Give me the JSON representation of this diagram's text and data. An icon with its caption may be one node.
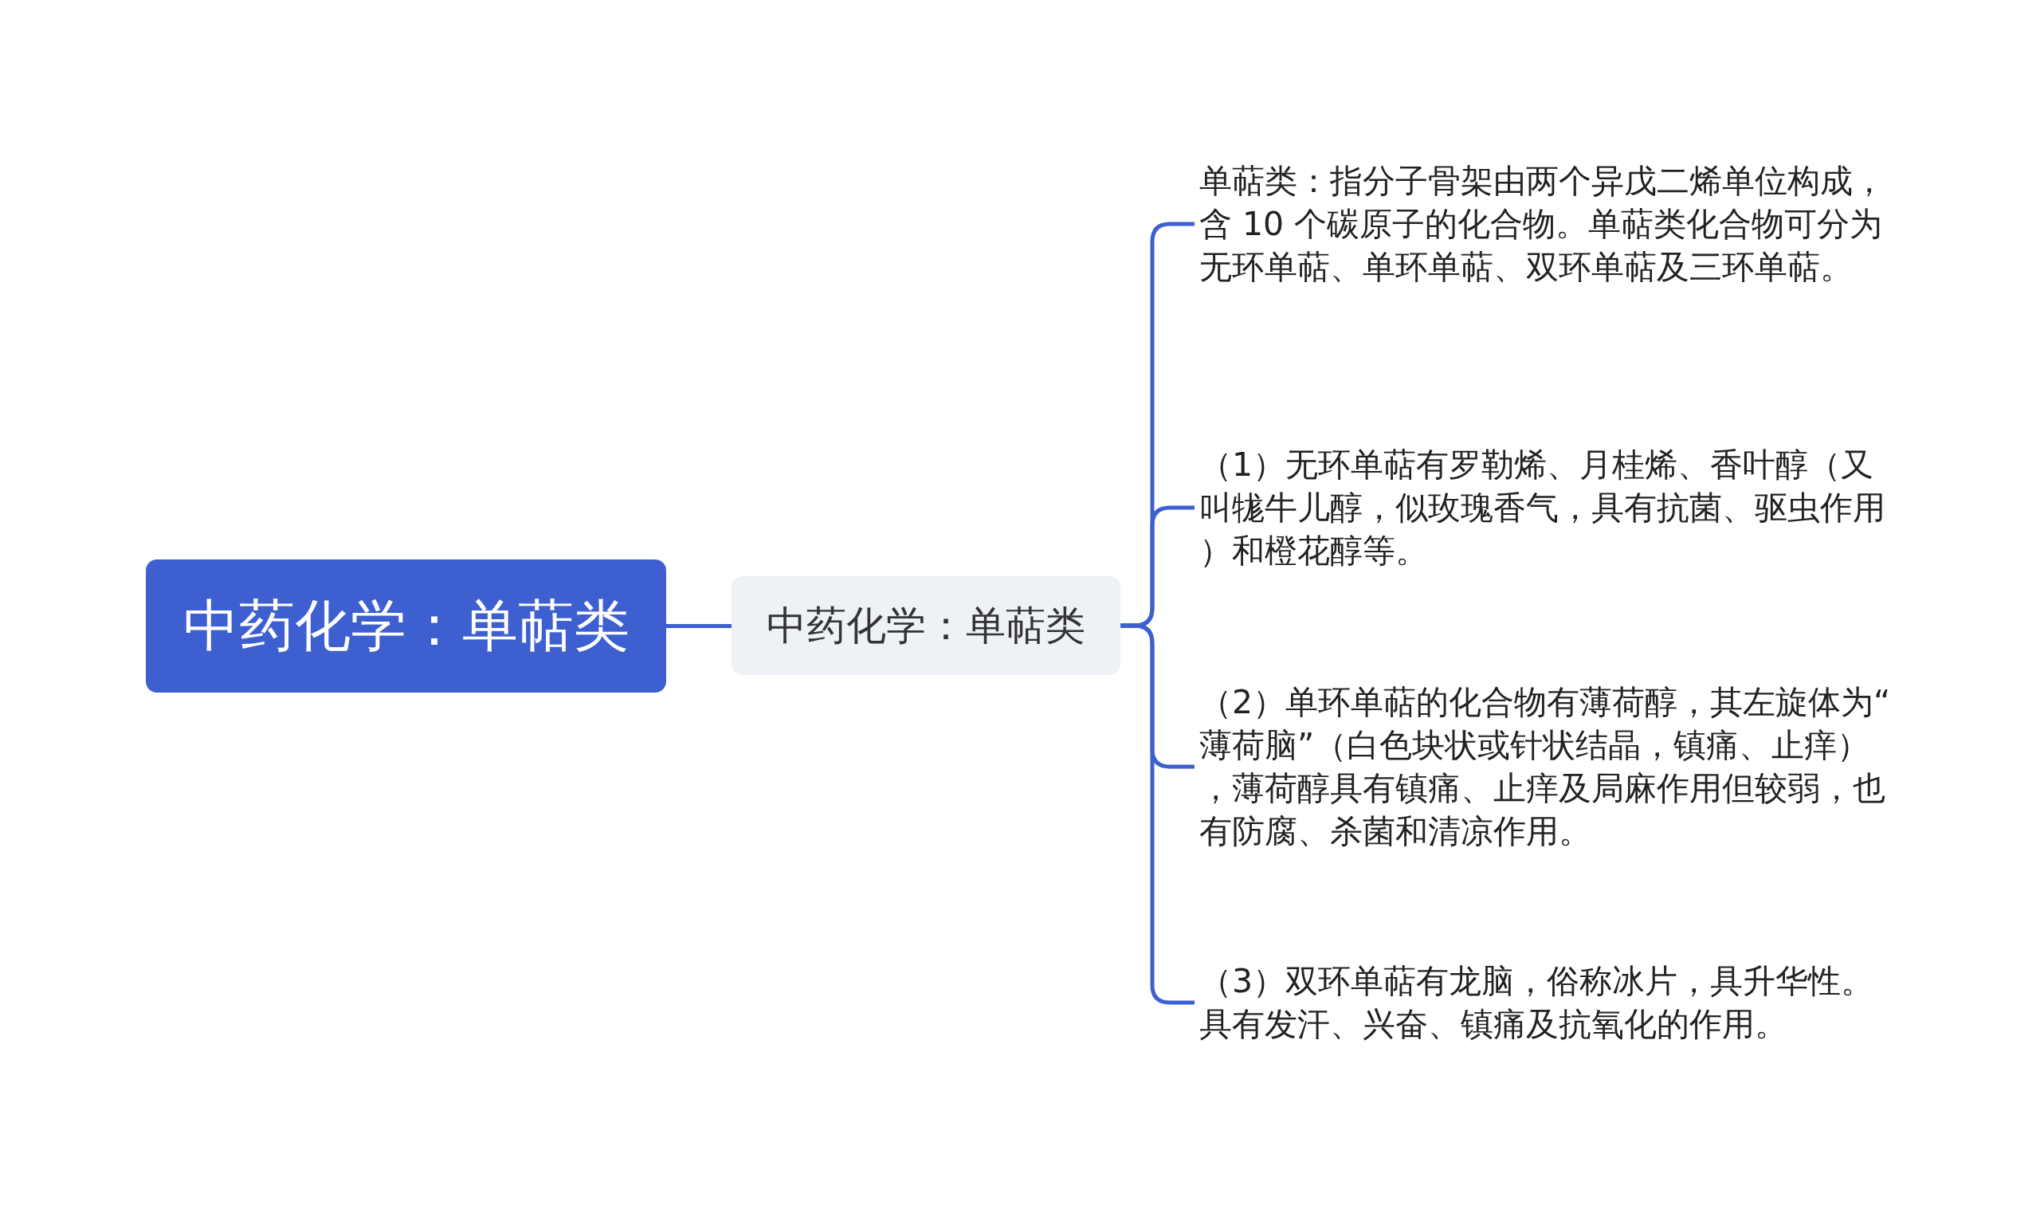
{
  "diagram": {
    "nodes": [
      {
        "text": [
          "中药化学：单萜类"
        ]
      },
      {
        "text": [
          "中药化学：单萜类"
        ]
      },
      {
        "text": [
          "单萜类：指分子骨架由两个异戊二烯单位构成，含 10 个碳原子的化合物。单萜类化合物可分为无环单萜、单环单萜、双环单萜及三环单萜。"
        ]
      },
      {
        "text": [
          "（1）无环单萜有罗勒烯、月桂烯、香叶醇（又叫牻牛儿醇，似玫瑰香气，具有抗菌、驱虫作用）和橙花醇等。"
        ]
      },
      {
        "text": [
          "（2）单环单萜的化合物有薄荷醇，其左旋体为“薄荷脑”（白色块状或针状结晶，镇痛、止痒），薄荷醇具有镇痛、止痒及局麻作用但较弱，也有防腐、杀菌和清凉作用。"
        ]
      },
      {
        "text": [
          "（3）双环单萜有龙脑，俗称冰片，具升华性。具有发汗、兴奋、镇痛及抗氧化的作用。"
        ]
      }
    ],
    "edges": [
      {
        "from": 0,
        "to": 1,
        "arrow": "none"
      },
      {
        "from": 1,
        "to": 2,
        "arrow": "none"
      },
      {
        "from": 1,
        "to": 3,
        "arrow": "none"
      },
      {
        "from": 1,
        "to": 4,
        "arrow": "none"
      },
      {
        "from": 1,
        "to": 5,
        "arrow": "none"
      }
    ]
  }
}
